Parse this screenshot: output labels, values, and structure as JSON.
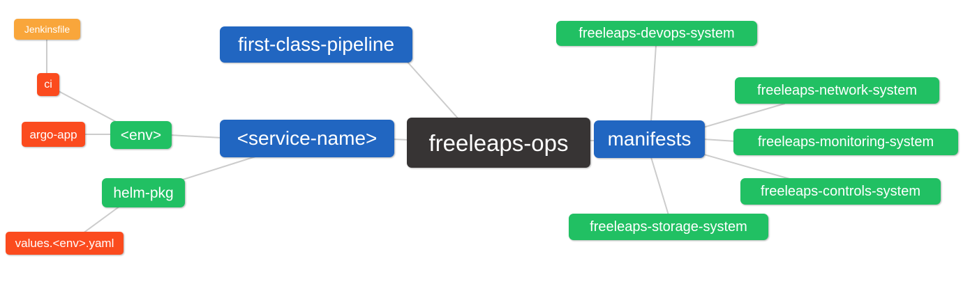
{
  "palette": {
    "blue": "#2166C1",
    "green": "#21C063",
    "red": "#FB4B1E",
    "orange": "#F9A63B",
    "dark": "#373434",
    "edge": "#CCCCCC",
    "text": "#FFFFFF",
    "background": "#FFFFFF"
  },
  "nodes": {
    "root": {
      "label": "freeleaps-ops",
      "color": "#373434"
    },
    "first_class_pipeline": {
      "label": "first-class-pipeline",
      "color": "#2166C1"
    },
    "service_name": {
      "label": "<service-name>",
      "color": "#2166C1"
    },
    "manifests": {
      "label": "manifests",
      "color": "#2166C1"
    },
    "env": {
      "label": "<env>",
      "color": "#21C063"
    },
    "helm_pkg": {
      "label": "helm-pkg",
      "color": "#21C063"
    },
    "ci": {
      "label": "ci",
      "color": "#FB4B1E"
    },
    "argo_app": {
      "label": "argo-app",
      "color": "#FB4B1E"
    },
    "values_env_yaml": {
      "label": "values.<env>.yaml",
      "color": "#FB4B1E"
    },
    "jenkinsfile": {
      "label": "Jenkinsfile",
      "color": "#F9A63B"
    },
    "devops_system": {
      "label": "freeleaps-devops-system",
      "color": "#21C063"
    },
    "network_system": {
      "label": "freeleaps-network-system",
      "color": "#21C063"
    },
    "monitoring_system": {
      "label": "freeleaps-monitoring-system",
      "color": "#21C063"
    },
    "controls_system": {
      "label": "freeleaps-controls-system",
      "color": "#21C063"
    },
    "storage_system": {
      "label": "freeleaps-storage-system",
      "color": "#21C063"
    }
  },
  "edges": [
    {
      "from": "ci",
      "to": "jenkinsfile"
    },
    {
      "from": "env",
      "to": "ci"
    },
    {
      "from": "env",
      "to": "argo_app"
    },
    {
      "from": "service_name",
      "to": "env"
    },
    {
      "from": "service_name",
      "to": "helm_pkg"
    },
    {
      "from": "helm_pkg",
      "to": "values_env_yaml"
    },
    {
      "from": "root",
      "to": "first_class_pipeline"
    },
    {
      "from": "root",
      "to": "service_name"
    },
    {
      "from": "root",
      "to": "manifests"
    },
    {
      "from": "manifests",
      "to": "devops_system"
    },
    {
      "from": "manifests",
      "to": "network_system"
    },
    {
      "from": "manifests",
      "to": "monitoring_system"
    },
    {
      "from": "manifests",
      "to": "controls_system"
    },
    {
      "from": "manifests",
      "to": "storage_system"
    }
  ]
}
